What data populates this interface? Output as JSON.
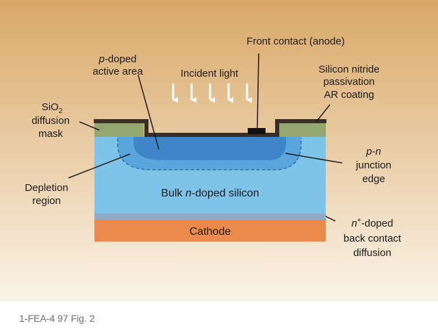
{
  "diagram": {
    "labels": {
      "front_contact": "Front contact (anode)",
      "p_doped_1": "p",
      "p_doped_2": "-doped",
      "active_area": "active area",
      "incident_light": "Incident light",
      "nitride_1": "Silicon nitride",
      "nitride_2": "passivation",
      "nitride_3": "AR coating",
      "sio2_1": "SiO",
      "sio2_sub": "2",
      "sio2_2": "diffusion",
      "sio2_3": "mask",
      "pn_1a": "p",
      "pn_1b": "-",
      "pn_1c": "n",
      "pn_2": "junction",
      "pn_3": "edge",
      "depletion_1": "Depletion",
      "depletion_2": "region",
      "bulk_1": "Bulk ",
      "bulk_2": "n",
      "bulk_3": "-doped silicon",
      "cathode": "Cathode",
      "nplus_1": "n",
      "nplus_sup": "+",
      "nplus_2": "-doped",
      "nplus_3": "back contact",
      "nplus_4": "diffusion"
    },
    "caption": "1-FEA-4 97 Fig. 2",
    "colors": {
      "background_top": "#d9a866",
      "background_bottom": "#fbf3e8",
      "bulk_silicon": "#7ec3e8",
      "depletion_region": "#5aa6dc",
      "p_doped_area": "#3f86c9",
      "sio2_mask": "#93a86f",
      "nitride_coating": "#3a2e28",
      "n_plus_layer": "#8fa9c9",
      "cathode": "#ec8a4c",
      "front_contact": "#111111"
    }
  }
}
